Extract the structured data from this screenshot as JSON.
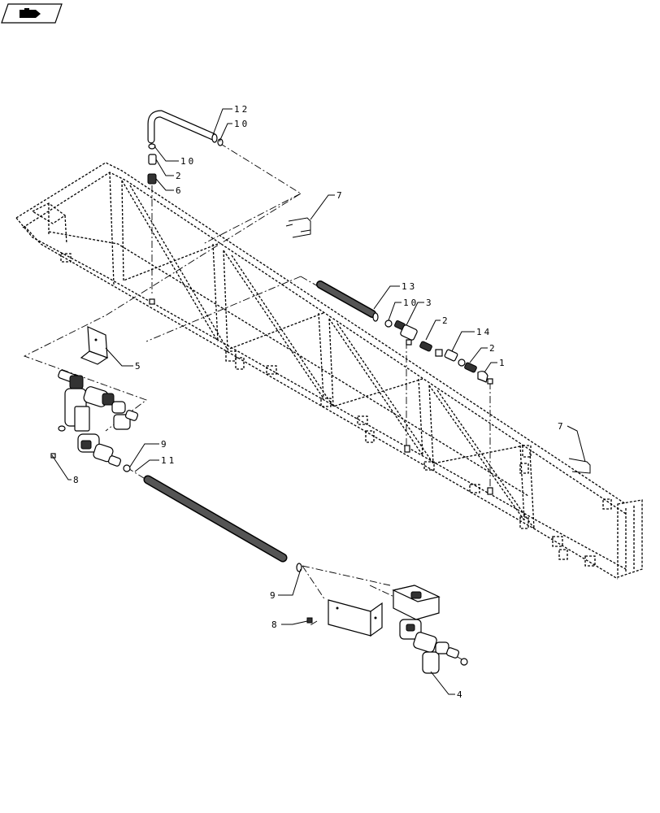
{
  "badge": {
    "icon": "book-arrow-icon"
  },
  "callouts": [
    {
      "id": "c12a",
      "text": "12"
    },
    {
      "id": "c10a",
      "text": "10"
    },
    {
      "id": "c10b",
      "text": "10"
    },
    {
      "id": "c2a",
      "text": "2"
    },
    {
      "id": "c6",
      "text": "6"
    },
    {
      "id": "c7a",
      "text": "7"
    },
    {
      "id": "c13",
      "text": "13"
    },
    {
      "id": "c10c",
      "text": "10"
    },
    {
      "id": "c3",
      "text": "3"
    },
    {
      "id": "c2b",
      "text": "2"
    },
    {
      "id": "c14",
      "text": "14"
    },
    {
      "id": "c2c",
      "text": "2"
    },
    {
      "id": "c1",
      "text": "1"
    },
    {
      "id": "c5",
      "text": "5"
    },
    {
      "id": "c7b",
      "text": "7"
    },
    {
      "id": "c9a",
      "text": "9"
    },
    {
      "id": "c11",
      "text": "11"
    },
    {
      "id": "c8a",
      "text": "8"
    },
    {
      "id": "c9b",
      "text": "9"
    },
    {
      "id": "c8b",
      "text": "8"
    },
    {
      "id": "c4",
      "text": "4"
    }
  ]
}
